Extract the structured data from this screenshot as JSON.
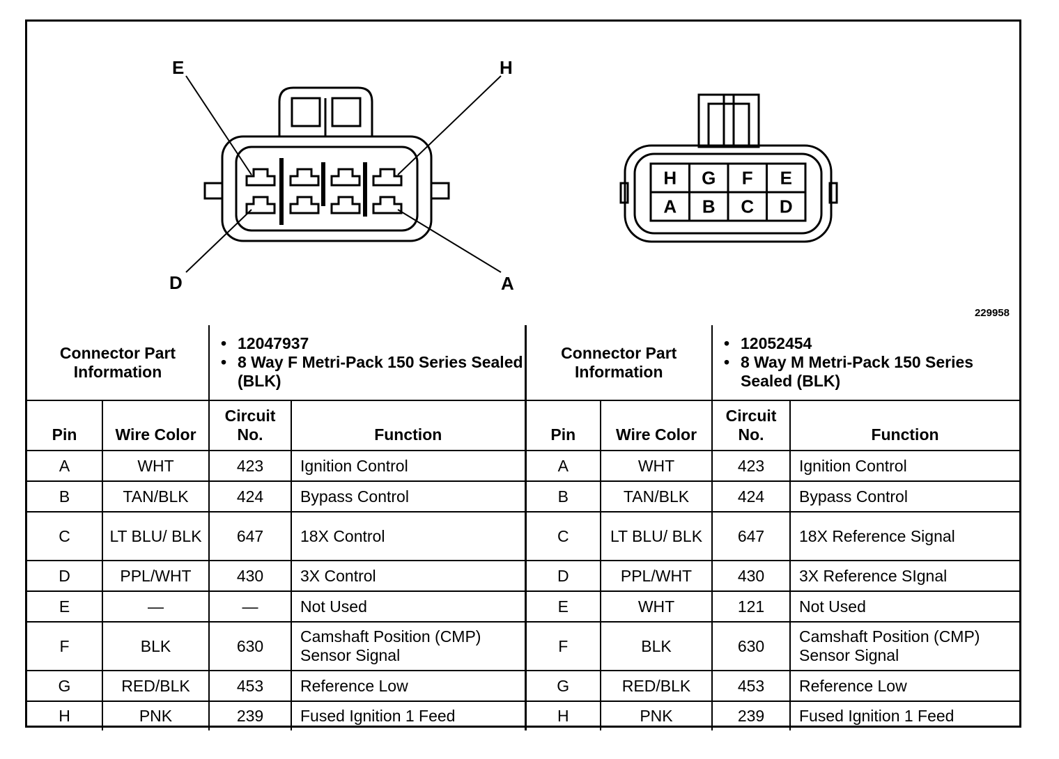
{
  "figure_id": "229958",
  "female_connector": {
    "callouts": [
      "E",
      "H",
      "D",
      "A"
    ]
  },
  "male_connector": {
    "top_row": [
      "H",
      "G",
      "F",
      "E"
    ],
    "bottom_row": [
      "A",
      "B",
      "C",
      "D"
    ]
  },
  "left_table": {
    "info_label": "Connector Part Information",
    "part_number": "12047937",
    "part_desc": "8 Way F Metri-Pack 150 Series Sealed (BLK)",
    "headers": {
      "pin": "Pin",
      "wire": "Wire Color",
      "circuit": "Circuit No.",
      "function": "Function"
    },
    "rows": [
      {
        "pin": "A",
        "wire": "WHT",
        "circuit": "423",
        "function": "Ignition Control"
      },
      {
        "pin": "B",
        "wire": "TAN/BLK",
        "circuit": "424",
        "function": "Bypass Control"
      },
      {
        "pin": "C",
        "wire": "LT BLU/ BLK",
        "circuit": "647",
        "function": "18X Control"
      },
      {
        "pin": "D",
        "wire": "PPL/WHT",
        "circuit": "430",
        "function": "3X Control"
      },
      {
        "pin": "E",
        "wire": "—",
        "circuit": "—",
        "function": "Not Used"
      },
      {
        "pin": "F",
        "wire": "BLK",
        "circuit": "630",
        "function": "Camshaft Position (CMP) Sensor Signal"
      },
      {
        "pin": "G",
        "wire": "RED/BLK",
        "circuit": "453",
        "function": "Reference Low"
      },
      {
        "pin": "H",
        "wire": "PNK",
        "circuit": "239",
        "function": "Fused Ignition 1 Feed"
      }
    ]
  },
  "right_table": {
    "info_label": "Connector Part Information",
    "part_number": "12052454",
    "part_desc": "8 Way M Metri-Pack 150 Series Sealed (BLK)",
    "headers": {
      "pin": "Pin",
      "wire": "Wire Color",
      "circuit": "Circuit No.",
      "function": "Function"
    },
    "rows": [
      {
        "pin": "A",
        "wire": "WHT",
        "circuit": "423",
        "function": "Ignition Control"
      },
      {
        "pin": "B",
        "wire": "TAN/BLK",
        "circuit": "424",
        "function": "Bypass Control"
      },
      {
        "pin": "C",
        "wire": "LT BLU/ BLK",
        "circuit": "647",
        "function": "18X Reference Signal"
      },
      {
        "pin": "D",
        "wire": "PPL/WHT",
        "circuit": "430",
        "function": "3X Reference SIgnal"
      },
      {
        "pin": "E",
        "wire": "WHT",
        "circuit": "121",
        "function": "Not Used"
      },
      {
        "pin": "F",
        "wire": "BLK",
        "circuit": "630",
        "function": "Camshaft Position (CMP) Sensor Signal"
      },
      {
        "pin": "G",
        "wire": "RED/BLK",
        "circuit": "453",
        "function": "Reference Low"
      },
      {
        "pin": "H",
        "wire": "PNK",
        "circuit": "239",
        "function": "Fused Ignition 1 Feed"
      }
    ]
  }
}
